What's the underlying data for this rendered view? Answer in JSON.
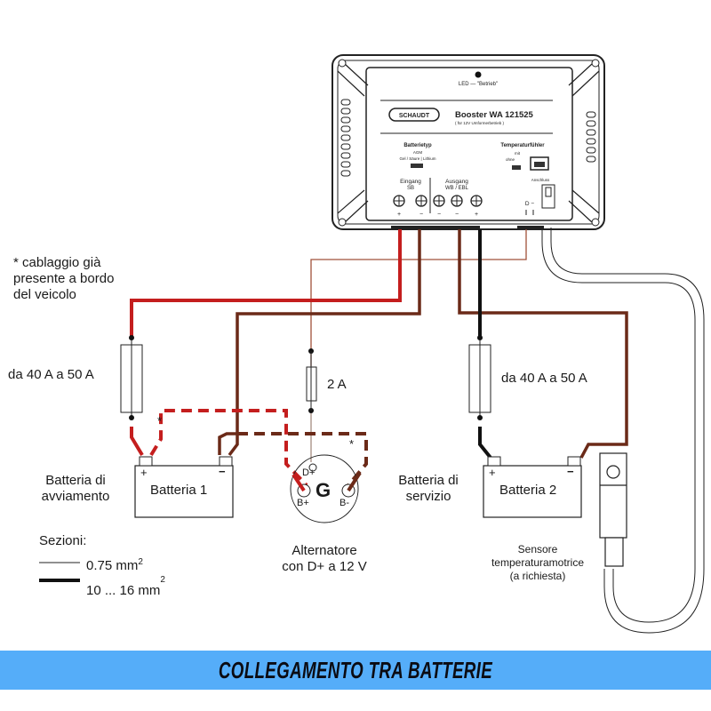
{
  "colors": {
    "red_wire": "#c41e1e",
    "brown_wire": "#6b2a18",
    "thin_brown_wire": "#a0523a",
    "black_wire": "#111111",
    "banner_bg": "#55adf9",
    "banner_text": "#0b0b12"
  },
  "booster": {
    "led_label": "LED — \"Betrieb\"",
    "brand": "SCHAUDT",
    "title": "Booster  WA 121525",
    "subtitle": "( für 12V Umformerbetrieb )",
    "battery_type_label": "Batterietyp",
    "battery_type_options": "AGM",
    "battery_type_line": "Gel / Säure  |  Lithium",
    "temp_sensor_label": "Temperaturfühler",
    "temp_sensor_mit": "mit",
    "temp_sensor_ohne": "ohne",
    "input_label": "Eingang",
    "input_sub": "SB",
    "output_label": "Ausgang",
    "output_sub": "WB / EBL",
    "terminal_signs": [
      "+",
      "−",
      "−",
      "−",
      "+"
    ],
    "connector_label": "Anschluss",
    "d_minus_label": "D −"
  },
  "notes": {
    "prewired": "* cablaggio già\npresente a bordo\ndel veicolo"
  },
  "fuses": {
    "left": "da 40 A a 50 A",
    "middle": "2 A",
    "right": "da 40 A a 50 A"
  },
  "battery1": {
    "name": "Batteria 1",
    "role": "Batteria di\navviamento",
    "plus": "+",
    "minus": "−"
  },
  "battery2": {
    "name": "Batteria 2",
    "role": "Batteria di\nservizio",
    "plus": "+",
    "minus": "−"
  },
  "alternator": {
    "symbol": "G",
    "d_plus": "D+",
    "b_plus": "B+",
    "b_minus": "B-",
    "caption": "Alternatore\ncon D+ a 12 V",
    "asterisk": "*"
  },
  "legend": {
    "title": "Sezioni:",
    "thin": "0.75 mm",
    "thick": "10 ... 16 mm",
    "sup": "2"
  },
  "sensor": {
    "caption": "Sensore\ntemperaturamotrice\n(a richiesta)"
  },
  "banner": {
    "title": "COLLEGAMENTO TRA BATTERIE"
  }
}
